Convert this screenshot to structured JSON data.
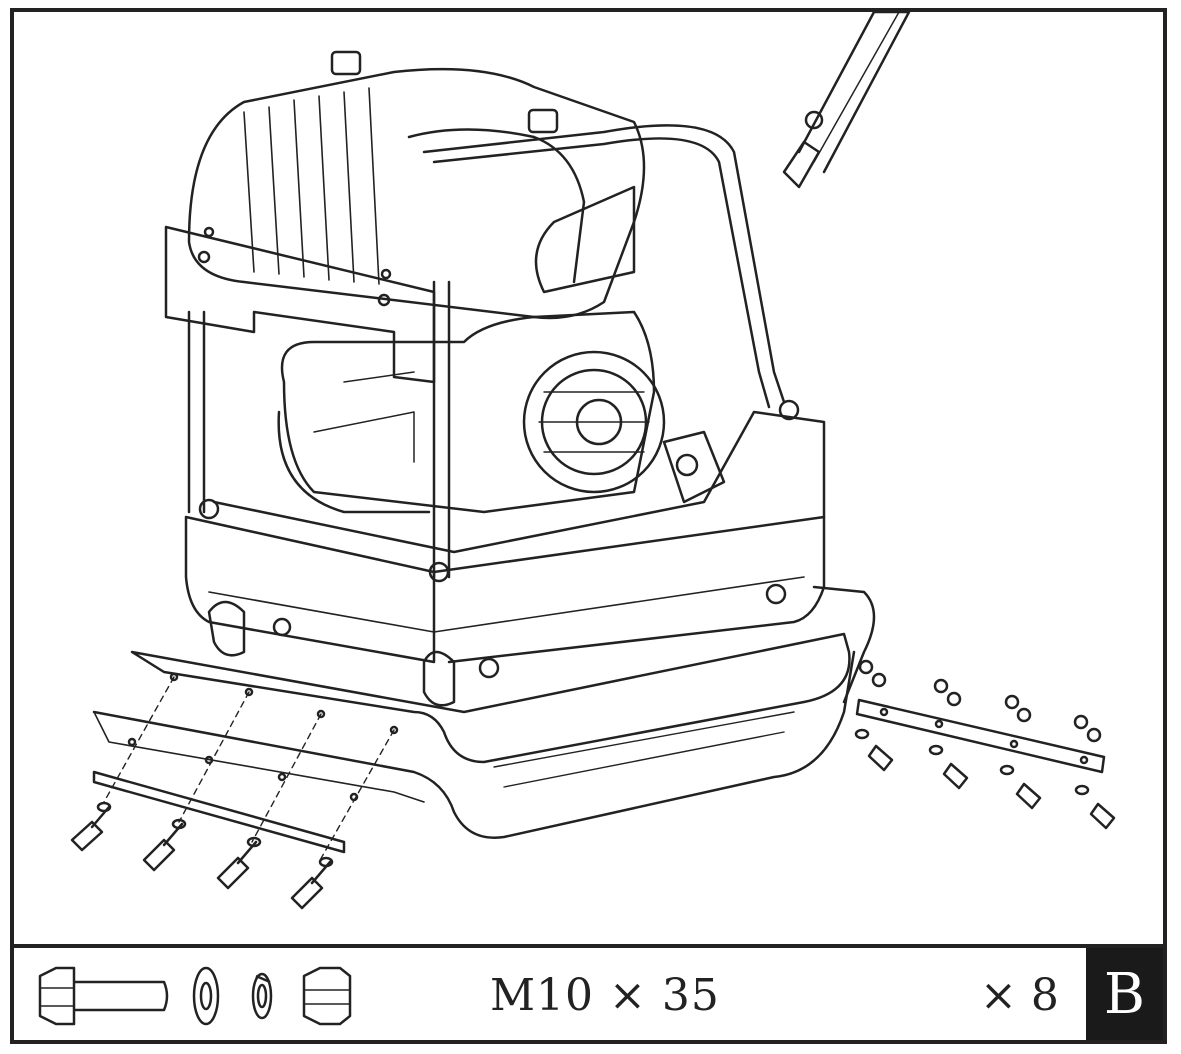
{
  "footer": {
    "spec": "M10 × 35",
    "quantity": "× 8",
    "step_label": "B"
  },
  "icons": {
    "bolt": "bolt-icon",
    "flat_washer": "flat-washer-icon",
    "spring_washer": "spring-washer-icon",
    "nut": "hex-nut-icon"
  },
  "colors": {
    "line": "#222222",
    "badge_bg": "#1a1a1a",
    "badge_text": "#ffffff"
  }
}
